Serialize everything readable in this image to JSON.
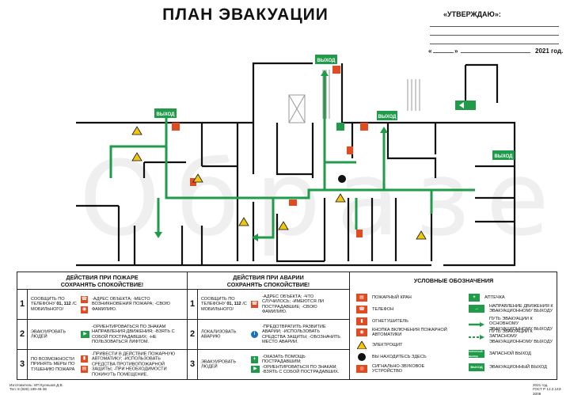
{
  "title": "ПЛАН ЭВАКУАЦИИ",
  "approve": {
    "label": "«УТВЕРЖДАЮ»:",
    "date_open": "«",
    "date_mid": "»",
    "year": "2021 год."
  },
  "plan_signs": {
    "exit": "ВЫХОД",
    "exit_alt": "ЗАПАСНЫЙ ВЫХОД"
  },
  "watermark": "Образец",
  "fire": {
    "header_line1": "ДЕЙСТВИЯ ПРИ ПОЖАРЕ",
    "header_line2": "СОХРАНЯТЬ СПОКОЙСТВИЕ!",
    "rows": [
      {
        "num": "1",
        "action": "СООБЩИТЬ ПО ТЕЛЕФОНУ",
        "action_bold": "01, 112",
        "action_tail": "/С МОБИЛЬНОГО/",
        "detail": "-АДРЕС ОБЪЕКТА; -МЕСТО ВОЗНИКНОВЕНИЯ ПОЖАРА; -СВОЮ ФАМИЛИЮ."
      },
      {
        "num": "2",
        "action": "ЭВАКУИРОВАТЬ ЛЮДЕЙ",
        "detail": "-ОРИЕНТИРОВАТЬСЯ ПО ЗНАКАМ НАПРАВЛЕНИЯ ДВИЖЕНИЯ; -ВЗЯТЬ С СОБОЙ ПОСТРАДАВШИХ; -НЕ ПОЛЬЗОВАТЬСЯ ЛИФТОМ."
      },
      {
        "num": "3",
        "action": "ПО ВОЗМОЖНОСТИ ПРИНЯТЬ МЕРЫ ПО ТУШЕНИЮ ПОЖАРА",
        "detail": "-ПРИВЕСТИ В ДЕЙСТВИЕ ПОЖАРНУЮ АВТОМАТИКУ; -ИСПОЛЬЗОВАТЬ СРЕДСТВА ПРОТИВОПОЖАРНОЙ ЗАЩИТЫ; -ПРИ НЕОБХОДИМОСТИ ПОКИНУТЬ ПОМЕЩЕНИЕ."
      }
    ]
  },
  "accident": {
    "header_line1": "ДЕЙСТВИЯ ПРИ АВАРИИ",
    "header_line2": "СОХРАНЯТЬ СПОКОЙСТВИЕ!",
    "rows": [
      {
        "num": "1",
        "action": "СООБЩИТЬ ПО ТЕЛЕФОНУ",
        "action_bold": "01, 112",
        "action_tail": "/С МОБИЛЬНОГО/",
        "detail": "-АДРЕС ОБЪЕКТА; -ЧТО СЛУЧИЛОСЬ; -ИМЕЮТСЯ ЛИ ПОСТРАДАВШИЕ; -СВОЮ ФАМИЛИЮ."
      },
      {
        "num": "2",
        "action": "ЛОКАЛИЗОВАТЬ АВАРИЮ",
        "detail": "-ПРЕДОТВРАТИТЬ РАЗВИТИЕ АВАРИИ; -ИСПОЛЬЗОВАТЬ СРЕДСТВА ЗАЩИТЫ; -ОБОЗНАЧИТЬ МЕСТО АВАРИИ."
      },
      {
        "num": "3",
        "action": "ЭВАКУИРОВАТЬ ЛЮДЕЙ",
        "detail": "-ОКАЗАТЬ ПОМОЩЬ ПОСТРАДАВШИМ; -ОРИЕНТИРОВАТЬСЯ ПО ЗНАКАМ; -ВЗЯТЬ С СОБОЙ ПОСТРАДАВШИХ."
      }
    ]
  },
  "legend": {
    "title": "УСЛОВНЫЕ ОБОЗНАЧЕНИЯ",
    "left": [
      "ПОЖАРНЫЙ КРАН",
      "ТЕЛЕФОН",
      "ОГНЕТУШИТЕЛЬ",
      "КНОПКА ВКЛЮЧЕНИЯ ПОЖАРНОЙ АВТОМАТИКИ",
      "ЭЛЕКТРОЩИТ",
      "ВЫ НАХОДИТЕСЬ ЗДЕСЬ",
      "СИГНАЛЬНО-ЗВУКОВОЕ УСТРОЙСТВО"
    ],
    "right": [
      "АПТЕЧКА",
      "НАПРАВЛЕНИЕ ДВИЖЕНИЯ К ЭВАКУАЦИОННОМУ ВЫХОДУ",
      "ПУТЬ ЭВАКУАЦИИ К ОСНОВНОМУ ЭВАКУАЦИОННОМУ ВЫХОДУ",
      "ПУТЬ ЭВАКУАЦИИ К ЗАПАСНОМУ ЭВАКУАЦИОННОМУ ВЫХОДУ",
      "ЗАПАСНОЙ ВЫХОД",
      "ЭВАКУАЦИОННЫЙ ВЫХОД"
    ]
  },
  "footer": {
    "left_line1": "Изготовитель: ИП Кулешов Д.В.",
    "left_line2": "Тел: 8 (926) 189-46-36",
    "right_line1": "2021 год.",
    "right_line2": "ГОСТ Р 12.2.143-2009"
  },
  "colors": {
    "green": "#1f9b4a",
    "red": "#e04b22",
    "yellow": "#f2c511"
  }
}
